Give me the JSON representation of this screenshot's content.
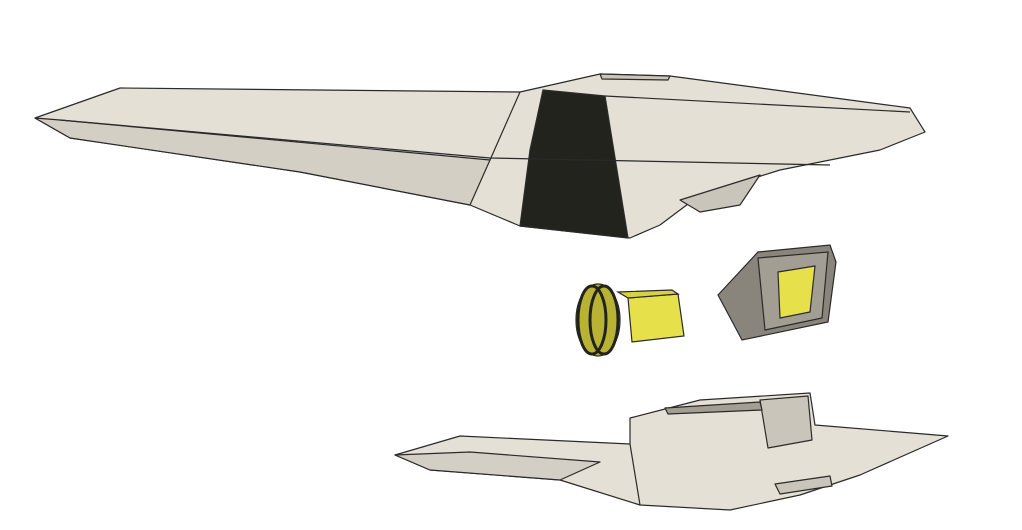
{
  "scene": {
    "background": "#ffffff",
    "colors": {
      "body": "#e4e0d6",
      "body_shade": "#c9c5bb",
      "band": "#23231d",
      "yellow": "#e6e04a",
      "yellow_shade": "#b9b334",
      "bracket": "#8a857c",
      "edge": "#2a2a2a"
    },
    "parts": [
      "upper-housing",
      "spring-plunger",
      "latch-bracket",
      "lower-housing"
    ]
  }
}
